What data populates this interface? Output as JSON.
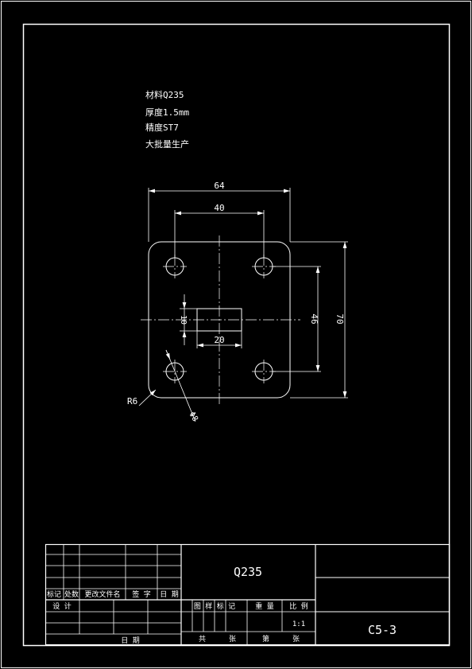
{
  "notes": {
    "line1": "材料Q235",
    "line2": "厚度1.5mm",
    "line3": "精度ST7",
    "line4": "大批量生产"
  },
  "dimensions": {
    "overall_width": "64",
    "hole_spacing_x": "40",
    "slot_height": "10",
    "slot_width": "20",
    "hole_spacing_y": "46",
    "overall_height": "70",
    "corner_radius": "R6",
    "hole_diameter": "Φ8"
  },
  "title_block": {
    "rev_headers": {
      "mark": "标记",
      "count": "处数",
      "doc": "更改文件名",
      "sign": "签 字",
      "date": "日 期"
    },
    "designer_label": "设 计",
    "date_label": "日 期",
    "material": "Q235",
    "stage_label": "图 样 标 记",
    "weight_label": "重 量",
    "scale_label": "比 例",
    "scale_value": "1:1",
    "total_label": "共",
    "sheet_label": "张",
    "page_label": "第",
    "page_sheet_label": "张",
    "drawing_number": "C5-3"
  }
}
